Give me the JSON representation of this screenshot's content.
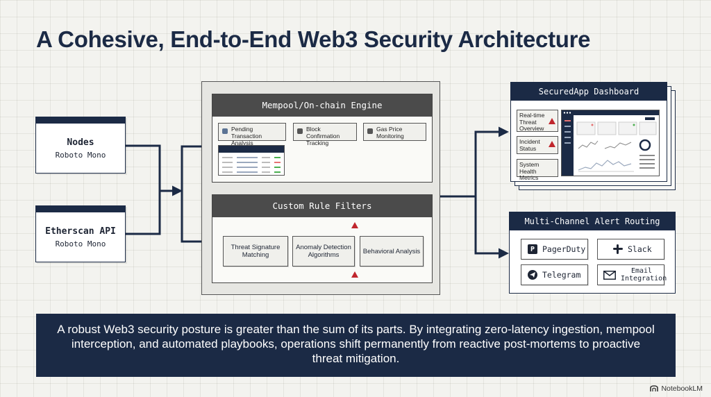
{
  "title": "A Cohesive, End-to-End Web3 Security Architecture",
  "sources": [
    {
      "name": "Nodes",
      "subtitle": "Roboto Mono"
    },
    {
      "name": "Etherscan API",
      "subtitle": "Roboto Mono"
    }
  ],
  "engine": {
    "header": "Mempool/On-chain Engine",
    "chips": [
      "Pending Transaction Analysis",
      "Block Confirmation Tracking",
      "Gas Price Monitoring"
    ]
  },
  "filters": {
    "header": "Custom Rule Filters",
    "boxes": [
      "Threat Signature Matching",
      "Anomaly Detection Algorithms",
      "Behavioral Analysis"
    ]
  },
  "dashboard": {
    "header": "SecuredApp Dashboard",
    "tags": [
      "Real-time Threat Overview",
      "Incident Status",
      "System Health Metrics"
    ]
  },
  "alerts": {
    "header": "Multi-Channel Alert Routing",
    "channels": [
      "PagerDuty",
      "Slack",
      "Telegram",
      "Email Integration"
    ]
  },
  "summary": "A robust Web3 security posture is greater than the sum of its parts. By integrating zero-latency ingestion, mempool interception, and automated playbooks, operations shift permanently from reactive post-mortems to proactive threat mitigation.",
  "brand": "NotebookLM",
  "colors": {
    "navy": "#1b2a45",
    "warning": "#c0262d",
    "header_gray": "#4b4b4b"
  }
}
